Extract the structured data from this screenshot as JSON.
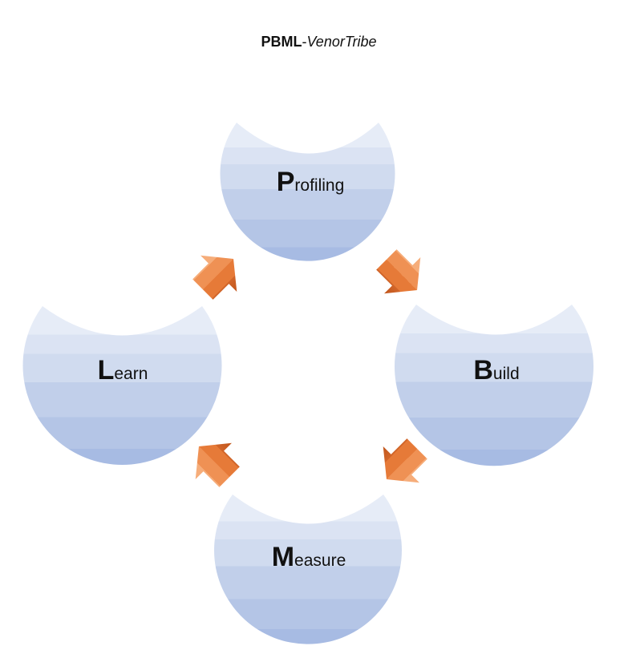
{
  "title": {
    "bold": "PBML",
    "sep": "-",
    "italic": "VenorTribe"
  },
  "nodes": [
    {
      "id": "profiling",
      "initial": "P",
      "rest": "rofiling"
    },
    {
      "id": "build",
      "initial": "B",
      "rest": "uild"
    },
    {
      "id": "measure",
      "initial": "M",
      "rest": "easure"
    },
    {
      "id": "learn",
      "initial": "L",
      "rest": "earn"
    }
  ],
  "cycle_order": [
    "profiling",
    "build",
    "measure",
    "learn"
  ],
  "colors": {
    "node_top": "#e6ecf7",
    "node_bottom": "#a7bbe3",
    "arrow_top": "#f4a46f",
    "arrow_bottom": "#c55a1c",
    "text": "#111111"
  }
}
